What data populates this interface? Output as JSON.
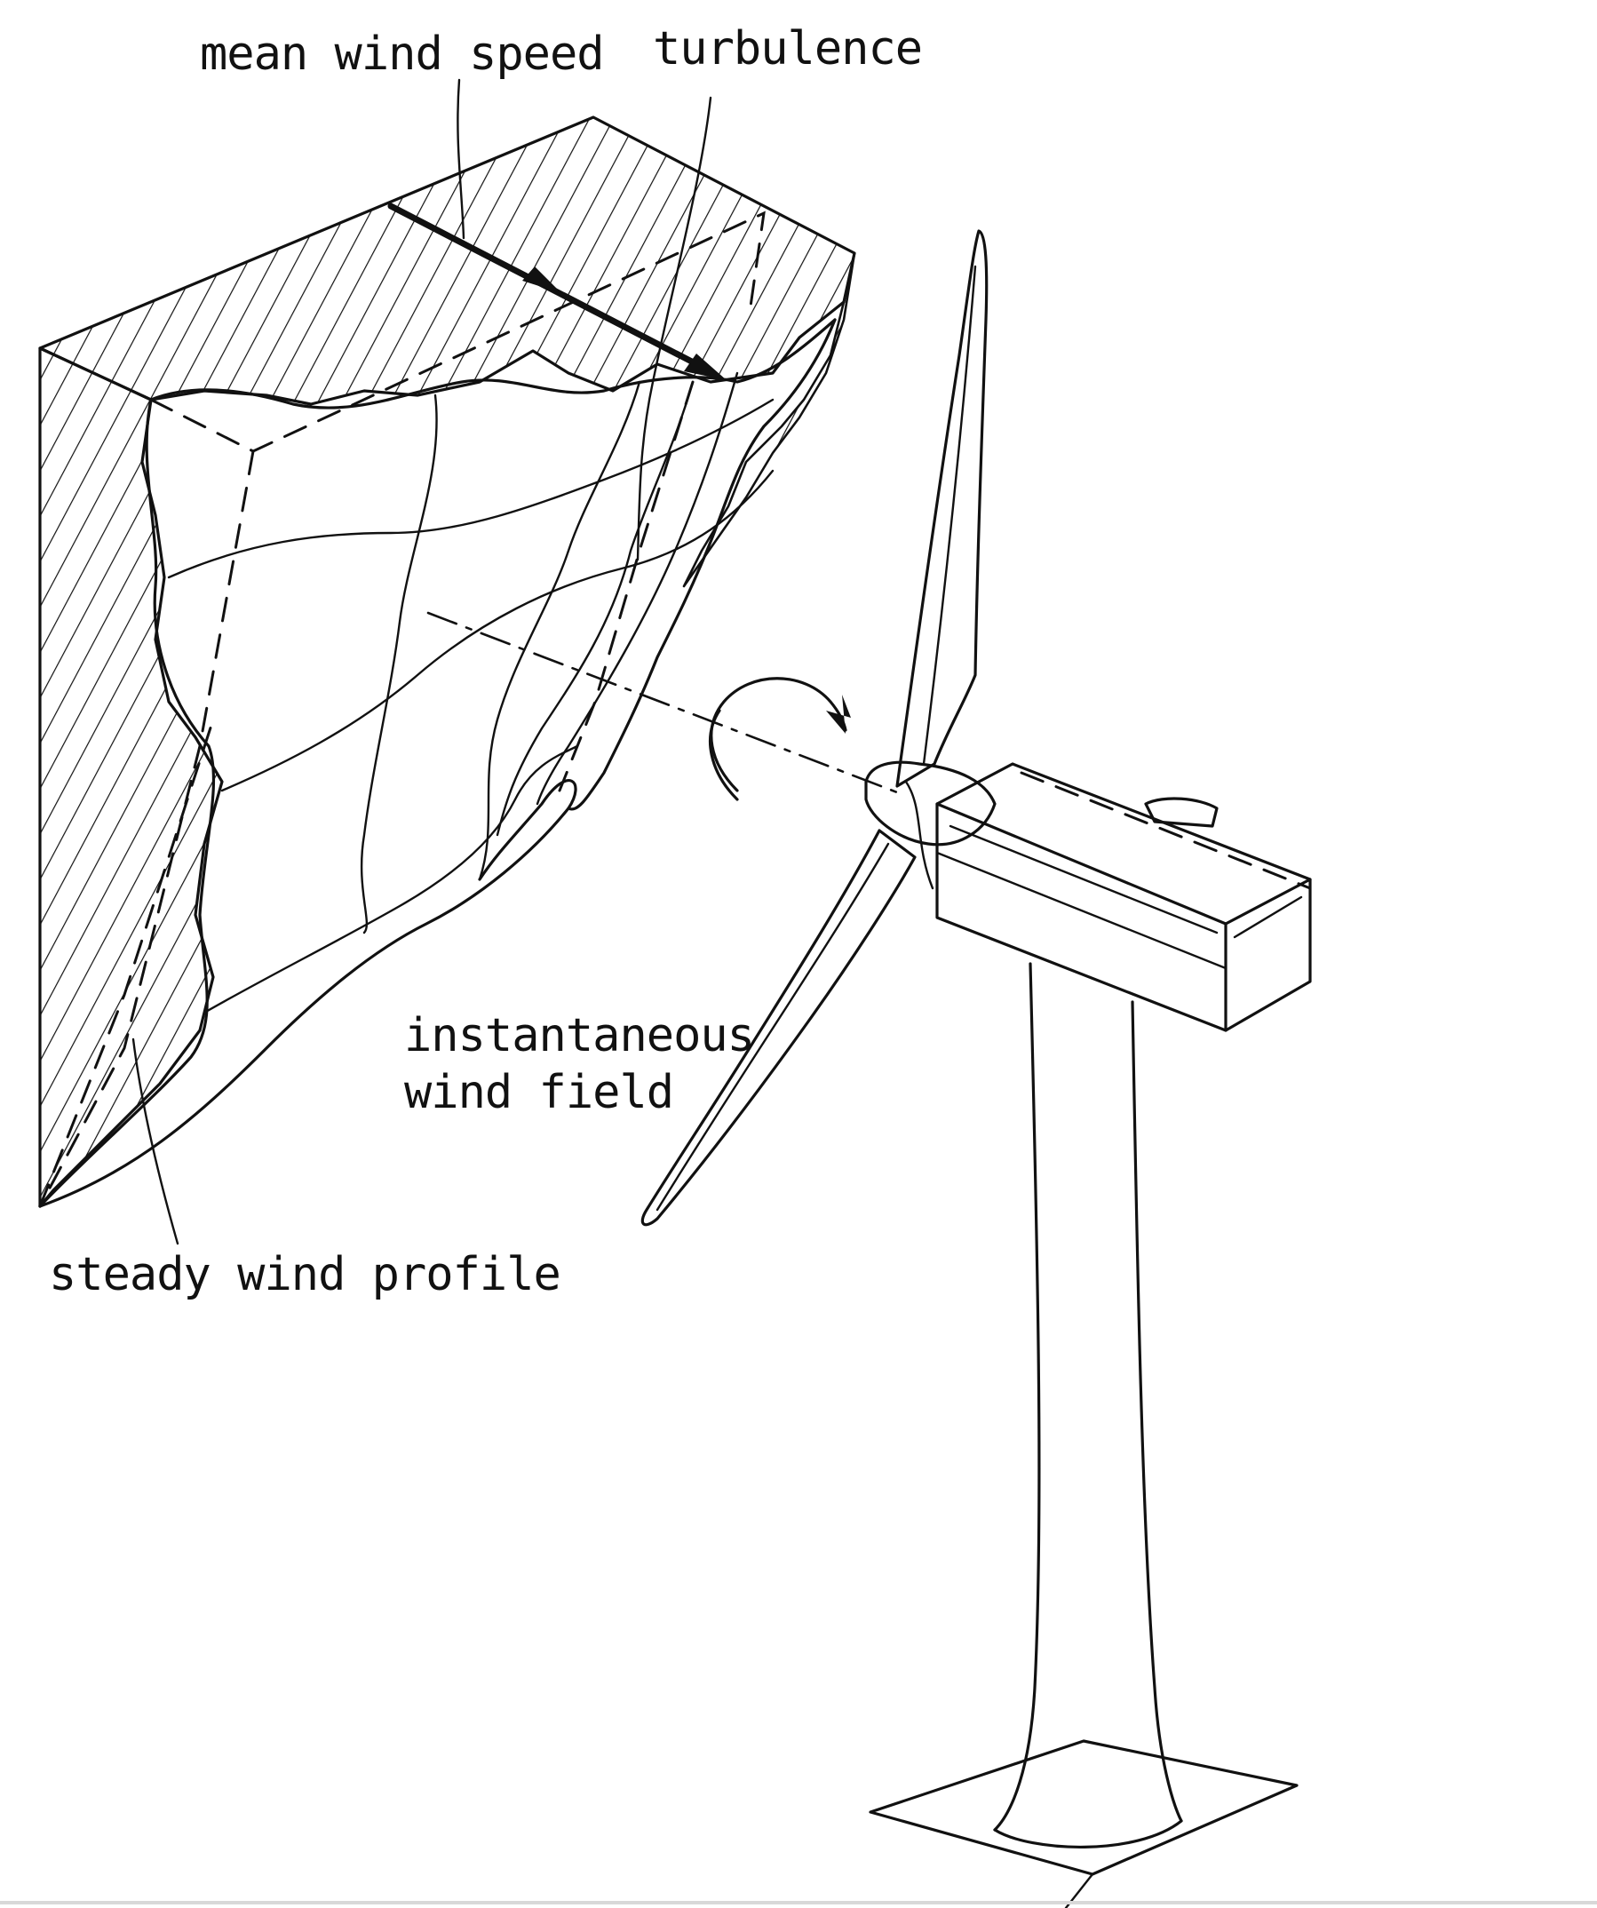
{
  "labels": {
    "mean_wind_speed": "mean wind speed",
    "turbulence": "turbulence",
    "instantaneous_line1": "instantaneous",
    "instantaneous_line2": "wind field",
    "steady_wind_profile": "steady wind profile"
  },
  "colors": {
    "ink": "#111111",
    "paper": "#ffffff"
  }
}
